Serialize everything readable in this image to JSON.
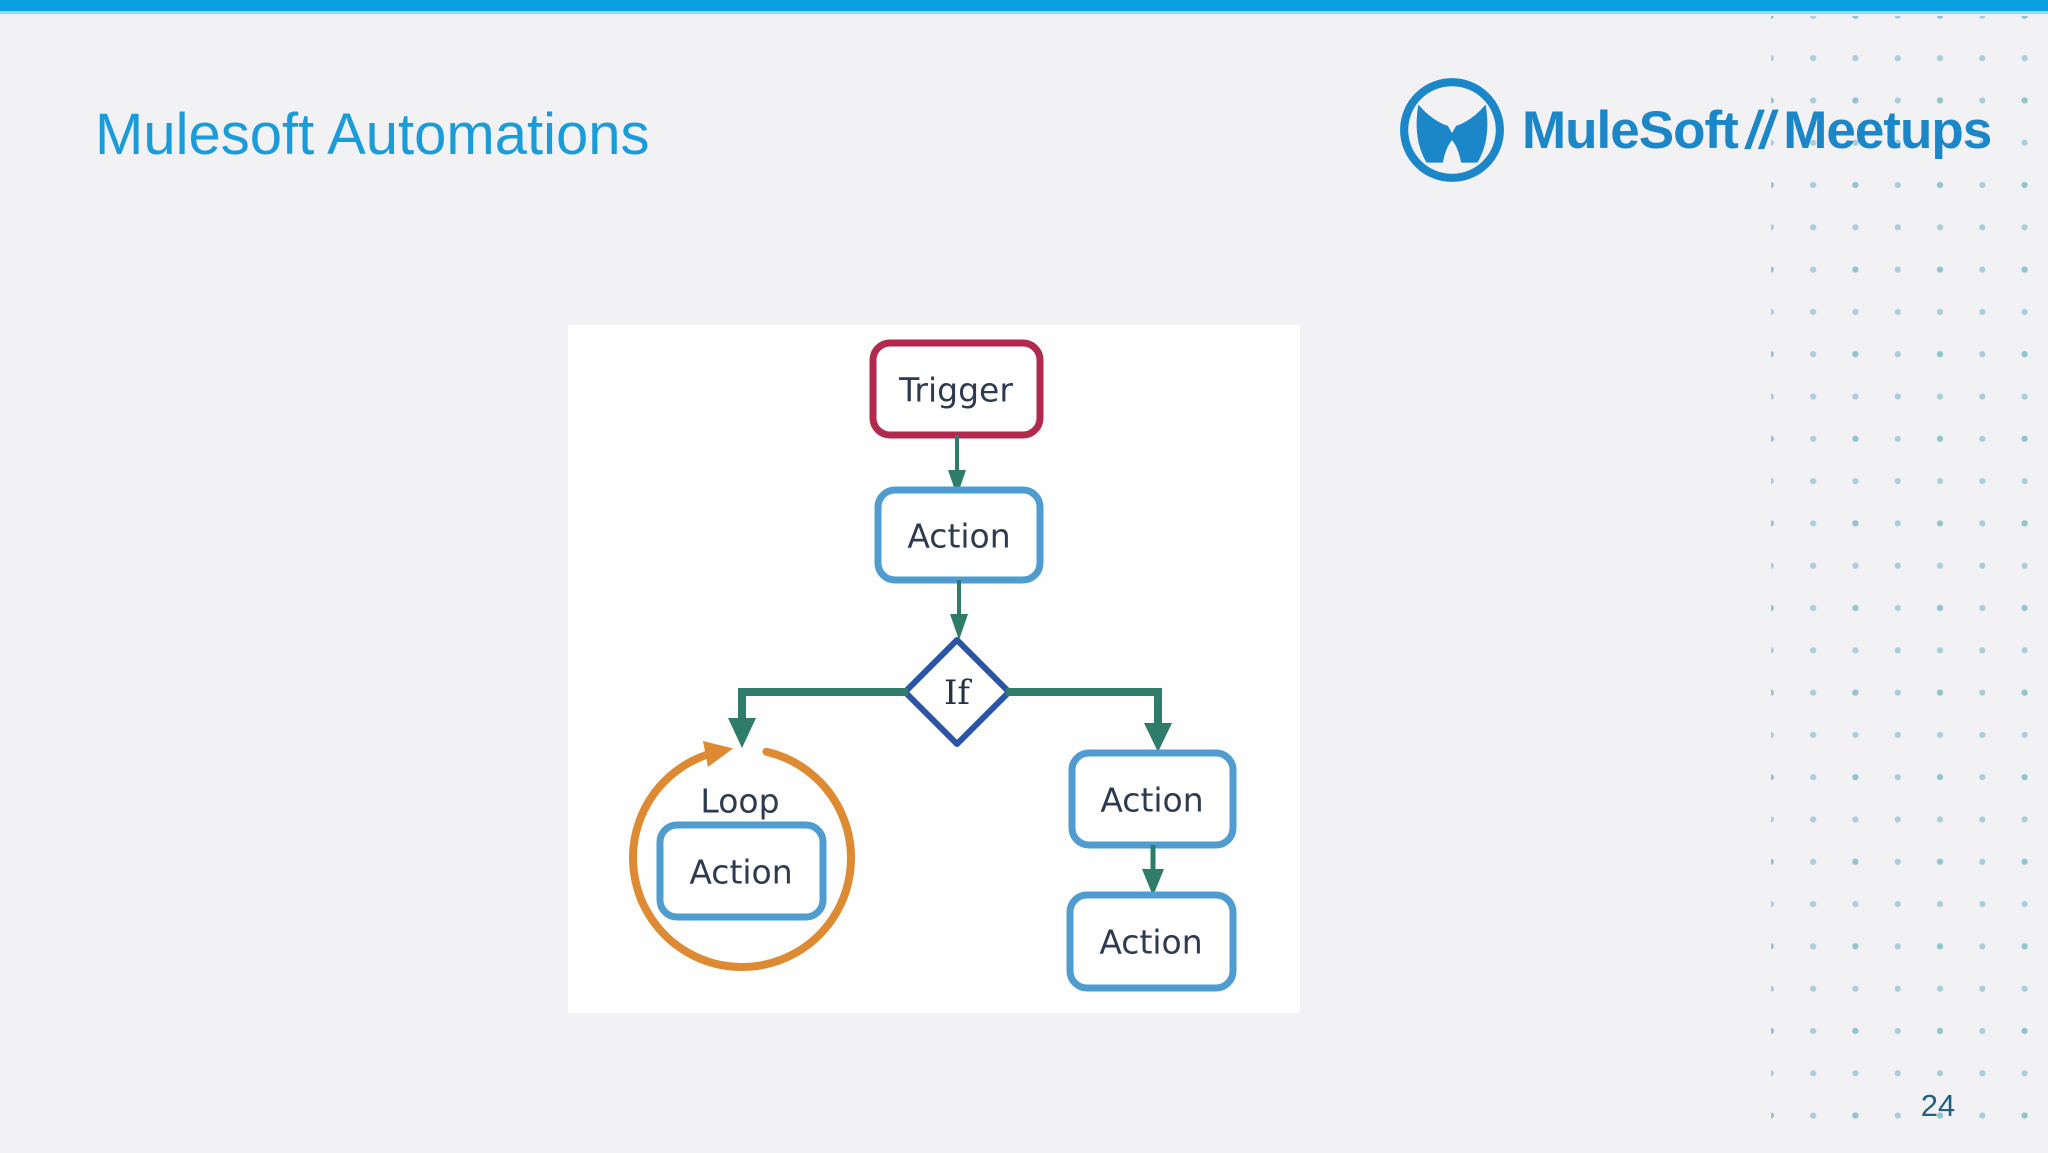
{
  "slide": {
    "title": "Mulesoft Automations",
    "page_number": "24"
  },
  "logo": {
    "mark": "mulesoft-m-circle-logo",
    "brand": "MuleSoft",
    "separator": "//",
    "program": "Meetups"
  },
  "colors": {
    "topbar_blue": "#0a9fe0",
    "title_blue": "#199cd9",
    "logo_blue": "#1b86c8",
    "trigger_border": "#b1294d",
    "action_border": "#4f9cd1",
    "decision_border": "#2a55a7",
    "connector_teal": "#2f7c6b",
    "loop_orange": "#dd8a33",
    "node_text": "#2d3a50",
    "page_number_blue": "#1d6285",
    "background": "#f2f1f4",
    "panel": "#fefefe"
  },
  "diagram": {
    "type": "flowchart",
    "nodes": [
      {
        "id": "trigger",
        "label": "Trigger",
        "shape": "rounded-rect",
        "role": "trigger"
      },
      {
        "id": "action1",
        "label": "Action",
        "shape": "rounded-rect",
        "role": "action"
      },
      {
        "id": "if",
        "label": "If",
        "shape": "diamond",
        "role": "decision"
      },
      {
        "id": "loop",
        "label": "Loop",
        "shape": "circle-arrow",
        "role": "loop"
      },
      {
        "id": "loop-action",
        "label": "Action",
        "shape": "rounded-rect",
        "role": "action"
      },
      {
        "id": "action2",
        "label": "Action",
        "shape": "rounded-rect",
        "role": "action"
      },
      {
        "id": "action3",
        "label": "Action",
        "shape": "rounded-rect",
        "role": "action"
      }
    ],
    "edges": [
      {
        "from": "trigger",
        "to": "action1"
      },
      {
        "from": "action1",
        "to": "if"
      },
      {
        "from": "if",
        "to": "loop",
        "branch": "left"
      },
      {
        "from": "if",
        "to": "action2",
        "branch": "right"
      },
      {
        "from": "action2",
        "to": "action3"
      },
      {
        "parent": "loop",
        "contains": "loop-action"
      }
    ]
  }
}
